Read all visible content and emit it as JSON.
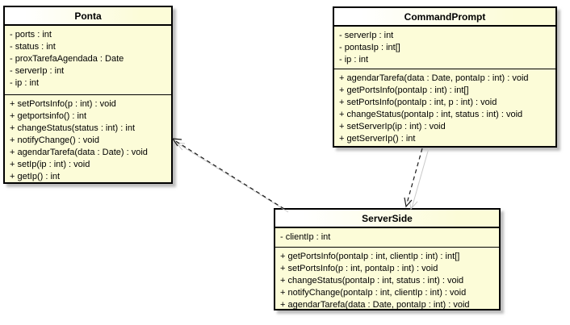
{
  "diagram": {
    "type": "uml-class-diagram",
    "colors": {
      "box_fill": "#fcfcd8",
      "title_gradient_start": "#ffffff",
      "border": "#000000",
      "shadow": "#919191",
      "arrow": "#1a1a1a",
      "arrow_ghost": "#c9c9c9",
      "background": "#ffffff"
    },
    "classes": [
      {
        "id": "ponta",
        "name": "Ponta",
        "attributes": [
          "- ports : int",
          "- status : int",
          "- proxTarefaAgendada : Date",
          "- serverIp : int",
          "- ip : int"
        ],
        "methods": [
          "+ setPortsInfo(p : int) : void",
          "+ getportsinfo() : int",
          "+ changeStatus(status : int) : int",
          "+ notifyChange() : void",
          "+ agendarTarefa(data : Date) : void",
          "+ setIp(ip : int) : void",
          "+ getIp() : int"
        ]
      },
      {
        "id": "commandprompt",
        "name": "CommandPrompt",
        "attributes": [
          "- serverIp : int",
          "- pontasIp : int[]",
          "- ip : int"
        ],
        "methods": [
          "+ agendarTarefa(data : Date, pontaIp : int) : void",
          "+ getPortsInfo(pontaIp : int) : int[]",
          "+ setPortsInfo(pontaIp : int, p : int) : void",
          "+ changeStatus(pontaIp : int, status : int) : void",
          "+ setServerIp(ip : int) : void",
          "+ getServerIp() : int"
        ]
      },
      {
        "id": "serverside",
        "name": "ServerSide",
        "attributes": [
          "- clientIp : int"
        ],
        "methods": [
          "+ getPortsInfo(pontaIp : int, clientIp : int) : int[]",
          "+ setPortsInfo(p : int, pontaIp : int) : void",
          "+ changeStatus(pontaIp : int, status : int) : void",
          "+ notifyChange(pontaIp : int, clientIp : int) : void",
          "+ agendarTarefa(data : Date, pontaIp : int) : void"
        ]
      }
    ],
    "relations": [
      {
        "type": "dependency",
        "from": "ServerSide",
        "to": "Ponta",
        "style": "dashed-open-arrow"
      },
      {
        "type": "dependency",
        "from": "CommandPrompt",
        "to": "ServerSide",
        "style": "dashed-open-arrow"
      }
    ]
  }
}
